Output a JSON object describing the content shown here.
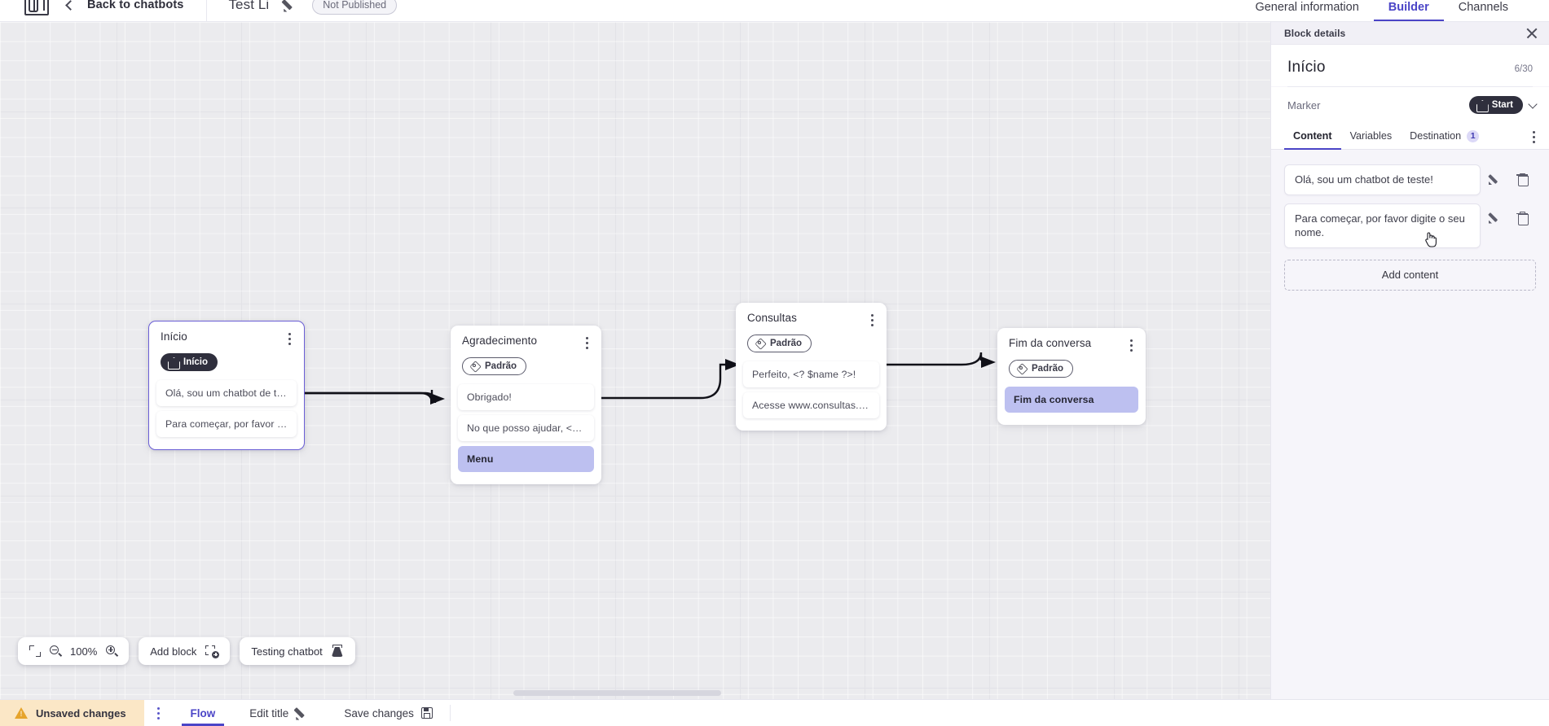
{
  "topbar": {
    "logo_icon": "chatbot-logo-icon",
    "back_label": "Back to chatbots",
    "bot_title": "Test Li",
    "edit_icon": "pencil-icon",
    "status_badge": "Not Published",
    "tabs": [
      {
        "label": "General information",
        "active": false
      },
      {
        "label": "Builder",
        "active": true
      },
      {
        "label": "Channels",
        "active": false
      }
    ]
  },
  "canvas": {
    "zoom_level": "100%",
    "add_block_label": "Add block",
    "testing_label": "Testing chatbot",
    "blocks": [
      {
        "id": "inicio",
        "title": "Início",
        "tag": "Início",
        "tag_style": "dark",
        "tag_icon": "home-icon",
        "selected": true,
        "messages": [
          {
            "text": "Olá, sou um chatbot de teste!",
            "accent": false
          },
          {
            "text": "Para começar, por favor digite o ...",
            "accent": false
          }
        ]
      },
      {
        "id": "agradecimento",
        "title": "Agradecimento",
        "tag": "Padrão",
        "tag_style": "outline",
        "tag_icon": "tag-icon",
        "selected": false,
        "messages": [
          {
            "text": "Obrigado!",
            "accent": false
          },
          {
            "text": "No que posso ajudar, <? $name ...",
            "accent": false
          },
          {
            "text": "Menu",
            "accent": true
          }
        ]
      },
      {
        "id": "consultas",
        "title": "Consultas",
        "tag": "Padrão",
        "tag_style": "outline",
        "tag_icon": "tag-icon",
        "selected": false,
        "messages": [
          {
            "text": "Perfeito, <? $name ?>!",
            "accent": false
          },
          {
            "text": "Acesse www.consultas.com par...",
            "accent": false
          }
        ]
      },
      {
        "id": "fim-da-conversa",
        "title": "Fim da conversa",
        "tag": "Padrão",
        "tag_style": "outline",
        "tag_icon": "tag-icon",
        "selected": false,
        "messages": [
          {
            "text": "Fim da conversa",
            "accent": true
          }
        ]
      }
    ]
  },
  "panel": {
    "header_title": "Block details",
    "close_icon": "close-icon",
    "block_title": "Início",
    "counter": "6/30",
    "marker_label": "Marker",
    "marker_value": "Start",
    "marker_icon": "home-icon",
    "tabs": [
      {
        "label": "Content",
        "active": true,
        "badge": null
      },
      {
        "label": "Variables",
        "active": false,
        "badge": null
      },
      {
        "label": "Destination",
        "active": false,
        "badge": "1"
      }
    ],
    "contents": [
      {
        "text": "Olá, sou um chatbot de teste!"
      },
      {
        "text": "Para começar, por favor digite o seu nome."
      }
    ],
    "add_content_label": "Add content"
  },
  "statusbar": {
    "unsaved_label": "Unsaved changes",
    "warning_icon": "warning-icon",
    "items": [
      {
        "label": "Flow",
        "active": true,
        "icon": null
      },
      {
        "label": "Edit title",
        "active": false,
        "icon": "pencil-icon"
      },
      {
        "label": "Save changes",
        "active": false,
        "icon": "save-icon"
      }
    ]
  },
  "colors": {
    "accent": "#4b45c7",
    "accent_soft": "#bdc0f0",
    "warning_bg": "#fbe7c6",
    "canvas_bg": "#ebebee",
    "panel_bg": "#f6f5fa"
  }
}
